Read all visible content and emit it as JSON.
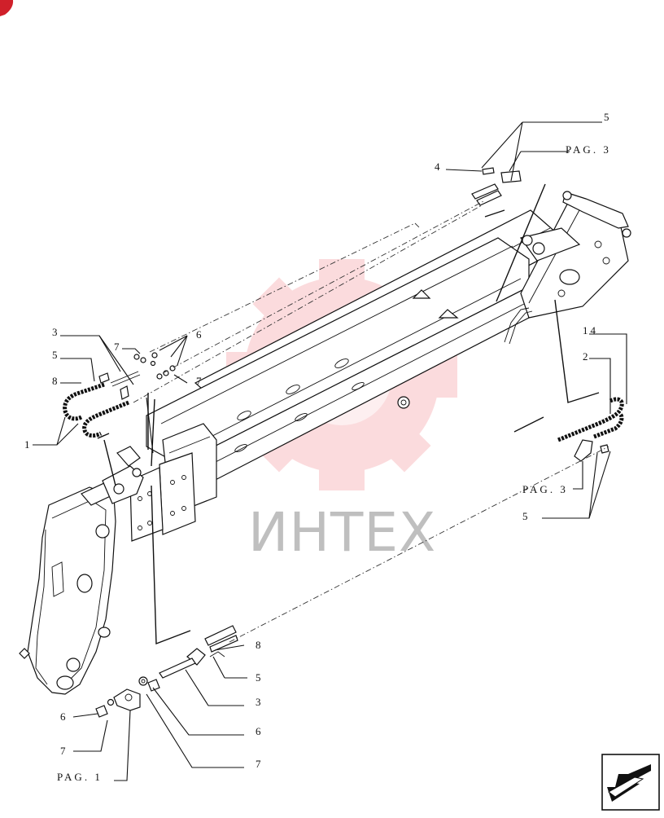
{
  "watermark": {
    "text": "ИНТЕХ",
    "color": "#e8323c"
  },
  "brand_mark": {
    "color": "#d0202a"
  },
  "callouts": {
    "top_5": "5",
    "top_pag3": "PAG. 3",
    "top_4": "4",
    "left_3": "3",
    "left_5": "5",
    "left_8": "8",
    "left_1": "1",
    "left_7a": "7",
    "left_6": "6",
    "left_7b": "7",
    "right_14": "14",
    "right_2": "2",
    "right_pag3": "PAG. 3",
    "right_5": "5",
    "bot_8": "8",
    "bot_5": "5",
    "bot_3": "3",
    "bot_6": "6",
    "bot_7": "7",
    "bl_6": "6",
    "bl_7": "7",
    "bl_pag1": "PAG. 1"
  },
  "nav_icon": "next-page-arrow-icon"
}
